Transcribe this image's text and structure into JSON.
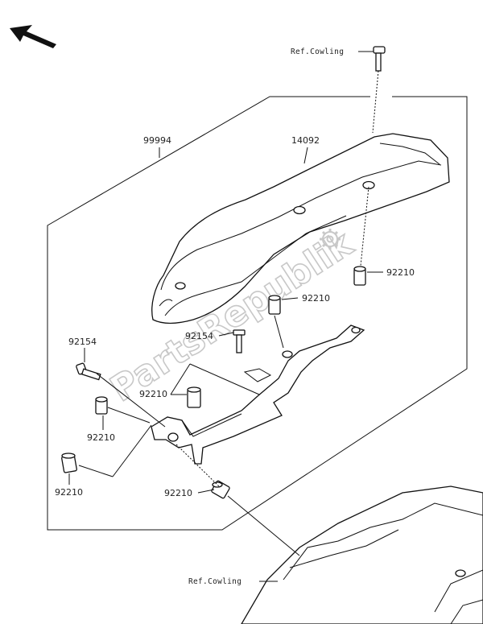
{
  "labels": {
    "ref_cowling_top": "Ref.Cowling",
    "ref_cowling_bottom": "Ref.Cowling",
    "kit": "99994",
    "tail_cover": "14092",
    "collar_right": "92210",
    "collar_mid": "92210",
    "bolt_mid": "92154",
    "collar_center": "92210",
    "bolt_left": "92154",
    "collar_left_upper": "92210",
    "collar_left_lower": "92210",
    "collar_bottom": "92210"
  },
  "watermark": "PartsRepublik",
  "icons": {
    "direction": "front-arrow-icon",
    "logo": "gear-icon"
  },
  "colors": {
    "line": "#111111",
    "watermark": "#c8c8c8",
    "background": "#ffffff"
  }
}
